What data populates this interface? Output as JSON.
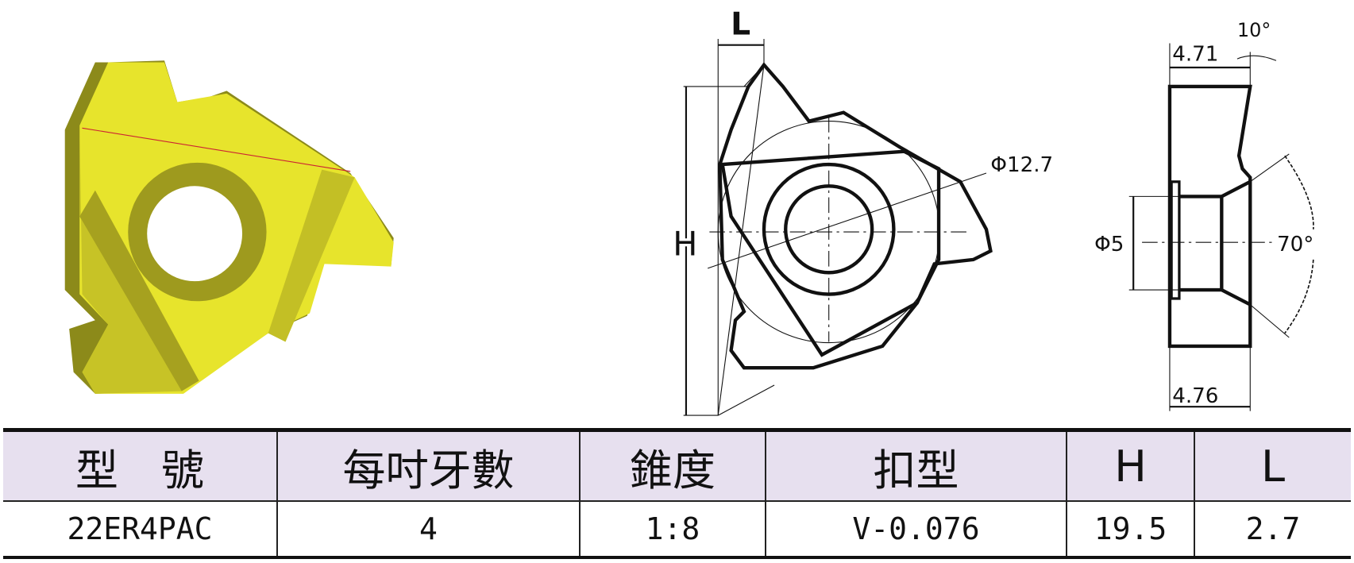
{
  "drawing": {
    "labels": {
      "L": "L",
      "H": "H",
      "phi_outer": "Φ12.7",
      "phi_hole": "Φ5",
      "thickness_top": "4.71",
      "thickness_bottom": "4.76",
      "angle_top": "10°",
      "angle_countersink": "70°"
    },
    "insert_color": "#e6e02a"
  },
  "table": {
    "headers": [
      "型　號",
      "每吋牙數",
      "錐度",
      "扣型",
      "H",
      "L"
    ],
    "rows": [
      [
        "22ER4PAC",
        "4",
        "1:8",
        "V-0.076",
        "19.5",
        "2.7"
      ]
    ]
  }
}
